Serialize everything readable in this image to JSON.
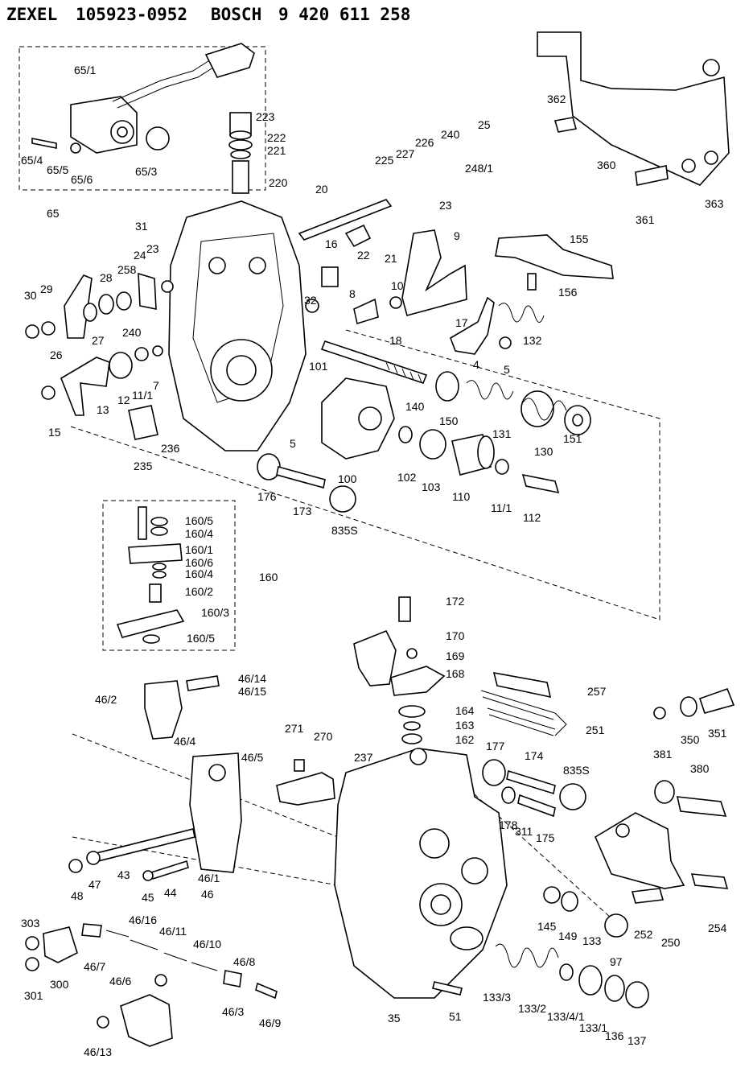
{
  "header": {
    "brand1": "ZEXEL",
    "code1": "105923-0952",
    "brand2": "BOSCH",
    "code2": "9 420 611 258"
  },
  "labels": [
    {
      "id": "65_1",
      "text": "65/1"
    },
    {
      "id": "65_4",
      "text": "65/4"
    },
    {
      "id": "65_5",
      "text": "65/5"
    },
    {
      "id": "65_6",
      "text": "65/6"
    },
    {
      "id": "65_3",
      "text": "65/3"
    },
    {
      "id": "65",
      "text": "65"
    },
    {
      "id": "223",
      "text": "223"
    },
    {
      "id": "222",
      "text": "222"
    },
    {
      "id": "221",
      "text": "221"
    },
    {
      "id": "220",
      "text": "220"
    },
    {
      "id": "225",
      "text": "225"
    },
    {
      "id": "227",
      "text": "227"
    },
    {
      "id": "226",
      "text": "226"
    },
    {
      "id": "240a",
      "text": "240"
    },
    {
      "id": "25",
      "text": "25"
    },
    {
      "id": "23a",
      "text": "23"
    },
    {
      "id": "248_1",
      "text": "248/1"
    },
    {
      "id": "20",
      "text": "20"
    },
    {
      "id": "22",
      "text": "22"
    },
    {
      "id": "21",
      "text": "21"
    },
    {
      "id": "9",
      "text": "9"
    },
    {
      "id": "16",
      "text": "16"
    },
    {
      "id": "10",
      "text": "10"
    },
    {
      "id": "17",
      "text": "17"
    },
    {
      "id": "362",
      "text": "362"
    },
    {
      "id": "360",
      "text": "360"
    },
    {
      "id": "361",
      "text": "361"
    },
    {
      "id": "363",
      "text": "363"
    },
    {
      "id": "155",
      "text": "155"
    },
    {
      "id": "156",
      "text": "156"
    },
    {
      "id": "132",
      "text": "132"
    },
    {
      "id": "4",
      "text": "4"
    },
    {
      "id": "5a",
      "text": "5"
    },
    {
      "id": "31",
      "text": "31"
    },
    {
      "id": "23b",
      "text": "23"
    },
    {
      "id": "24",
      "text": "24"
    },
    {
      "id": "258",
      "text": "258"
    },
    {
      "id": "28",
      "text": "28"
    },
    {
      "id": "29",
      "text": "29"
    },
    {
      "id": "30",
      "text": "30"
    },
    {
      "id": "26",
      "text": "26"
    },
    {
      "id": "27",
      "text": "27"
    },
    {
      "id": "240b",
      "text": "240"
    },
    {
      "id": "32",
      "text": "32"
    },
    {
      "id": "8",
      "text": "8"
    },
    {
      "id": "18",
      "text": "18"
    },
    {
      "id": "13",
      "text": "13"
    },
    {
      "id": "12",
      "text": "12"
    },
    {
      "id": "11_1a",
      "text": "11/1"
    },
    {
      "id": "7",
      "text": "7"
    },
    {
      "id": "15",
      "text": "15"
    },
    {
      "id": "101",
      "text": "101"
    },
    {
      "id": "140",
      "text": "140"
    },
    {
      "id": "150",
      "text": "150"
    },
    {
      "id": "131",
      "text": "131"
    },
    {
      "id": "130",
      "text": "130"
    },
    {
      "id": "151",
      "text": "151"
    },
    {
      "id": "235",
      "text": "235"
    },
    {
      "id": "236",
      "text": "236"
    },
    {
      "id": "5b",
      "text": "5"
    },
    {
      "id": "100",
      "text": "100"
    },
    {
      "id": "102",
      "text": "102"
    },
    {
      "id": "103",
      "text": "103"
    },
    {
      "id": "110",
      "text": "110"
    },
    {
      "id": "11_1b",
      "text": "11/1"
    },
    {
      "id": "112",
      "text": "112"
    },
    {
      "id": "176",
      "text": "176"
    },
    {
      "id": "173",
      "text": "173"
    },
    {
      "id": "835S_a",
      "text": "835S"
    },
    {
      "id": "160_5a",
      "text": "160/5"
    },
    {
      "id": "160_4a",
      "text": "160/4"
    },
    {
      "id": "160_1",
      "text": "160/1"
    },
    {
      "id": "160_6",
      "text": "160/6"
    },
    {
      "id": "160_4b",
      "text": "160/4"
    },
    {
      "id": "160",
      "text": "160"
    },
    {
      "id": "160_2",
      "text": "160/2"
    },
    {
      "id": "160_3",
      "text": "160/3"
    },
    {
      "id": "160_5b",
      "text": "160/5"
    },
    {
      "id": "172",
      "text": "172"
    },
    {
      "id": "170",
      "text": "170"
    },
    {
      "id": "169",
      "text": "169"
    },
    {
      "id": "168",
      "text": "168"
    },
    {
      "id": "257",
      "text": "257"
    },
    {
      "id": "46_14",
      "text": "46/14"
    },
    {
      "id": "46_15",
      "text": "46/15"
    },
    {
      "id": "46_2",
      "text": "46/2"
    },
    {
      "id": "46_4",
      "text": "46/4"
    },
    {
      "id": "164",
      "text": "164"
    },
    {
      "id": "163",
      "text": "163"
    },
    {
      "id": "162",
      "text": "162"
    },
    {
      "id": "251",
      "text": "251"
    },
    {
      "id": "350",
      "text": "350"
    },
    {
      "id": "351",
      "text": "351"
    },
    {
      "id": "271",
      "text": "271"
    },
    {
      "id": "270",
      "text": "270"
    },
    {
      "id": "237",
      "text": "237"
    },
    {
      "id": "177",
      "text": "177"
    },
    {
      "id": "174",
      "text": "174"
    },
    {
      "id": "835S_b",
      "text": "835S"
    },
    {
      "id": "46_5",
      "text": "46/5"
    },
    {
      "id": "381",
      "text": "381"
    },
    {
      "id": "380",
      "text": "380"
    },
    {
      "id": "178",
      "text": "178"
    },
    {
      "id": "311",
      "text": "311"
    },
    {
      "id": "175",
      "text": "175"
    },
    {
      "id": "48",
      "text": "48"
    },
    {
      "id": "47",
      "text": "47"
    },
    {
      "id": "43",
      "text": "43"
    },
    {
      "id": "45",
      "text": "45"
    },
    {
      "id": "44",
      "text": "44"
    },
    {
      "id": "46_1",
      "text": "46/1"
    },
    {
      "id": "46",
      "text": "46"
    },
    {
      "id": "145",
      "text": "145"
    },
    {
      "id": "149",
      "text": "149"
    },
    {
      "id": "252",
      "text": "252"
    },
    {
      "id": "250",
      "text": "250"
    },
    {
      "id": "254",
      "text": "254"
    },
    {
      "id": "97",
      "text": "97"
    },
    {
      "id": "303",
      "text": "303"
    },
    {
      "id": "301",
      "text": "301"
    },
    {
      "id": "300",
      "text": "300"
    },
    {
      "id": "46_7",
      "text": "46/7"
    },
    {
      "id": "46_16",
      "text": "46/16"
    },
    {
      "id": "46_11",
      "text": "46/11"
    },
    {
      "id": "46_10",
      "text": "46/10"
    },
    {
      "id": "46_8",
      "text": "46/8"
    },
    {
      "id": "46_6",
      "text": "46/6"
    },
    {
      "id": "46_3",
      "text": "46/3"
    },
    {
      "id": "46_9",
      "text": "46/9"
    },
    {
      "id": "46_13",
      "text": "46/13"
    },
    {
      "id": "35",
      "text": "35"
    },
    {
      "id": "51",
      "text": "51"
    },
    {
      "id": "133_3",
      "text": "133/3"
    },
    {
      "id": "133_2",
      "text": "133/2"
    },
    {
      "id": "133_4_1",
      "text": "133/4/1"
    },
    {
      "id": "133",
      "text": "133"
    },
    {
      "id": "133_1",
      "text": "133/1"
    },
    {
      "id": "136",
      "text": "136"
    },
    {
      "id": "137",
      "text": "137"
    }
  ]
}
